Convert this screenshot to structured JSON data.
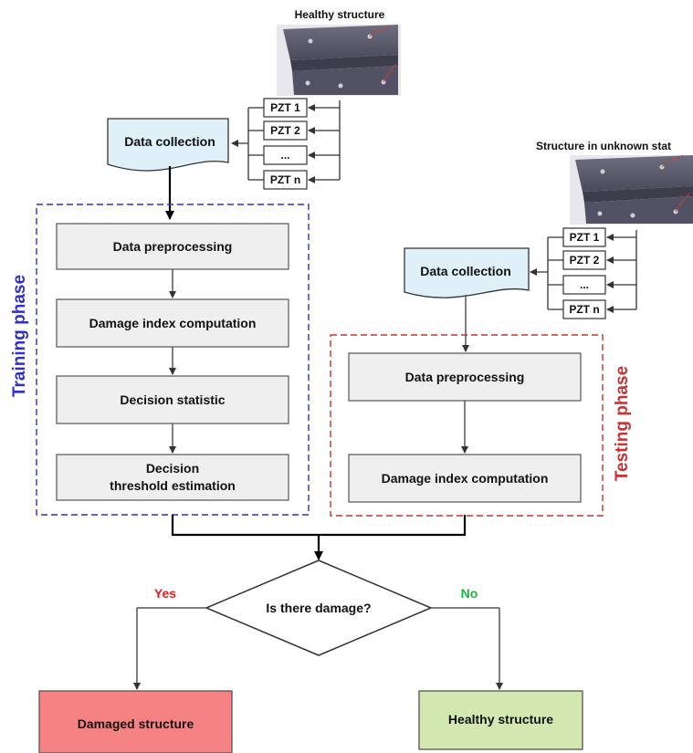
{
  "top_photo": {
    "caption": "Healthy structure"
  },
  "right_photo": {
    "caption": "Structure in unknown stat"
  },
  "sensors": [
    "PZT 1",
    "PZT 2",
    "...",
    "PZT n"
  ],
  "training": {
    "phase_label": "Training phase",
    "data_collection": "Data collection",
    "steps": [
      "Data preprocessing",
      "Damage index computation",
      "Decision statistic",
      "Decision",
      "threshold estimation"
    ]
  },
  "testing": {
    "phase_label": "Testing phase",
    "data_collection": "Data collection",
    "steps": [
      "Data preprocessing",
      "Damage index computation"
    ]
  },
  "decision": {
    "question": "Is there damage?",
    "yes_label": "Yes",
    "no_label": "No",
    "damaged_outcome": "Damaged structure",
    "healthy_outcome": "Healthy structure"
  },
  "colors": {
    "training_border": "#2f2fd0",
    "testing_border": "#c83232",
    "yes": "#e02020",
    "no": "#20b040",
    "damaged_fill": "#f58383",
    "healthy_fill": "#d2e8b0",
    "doc_fill": "#dff0f8"
  }
}
